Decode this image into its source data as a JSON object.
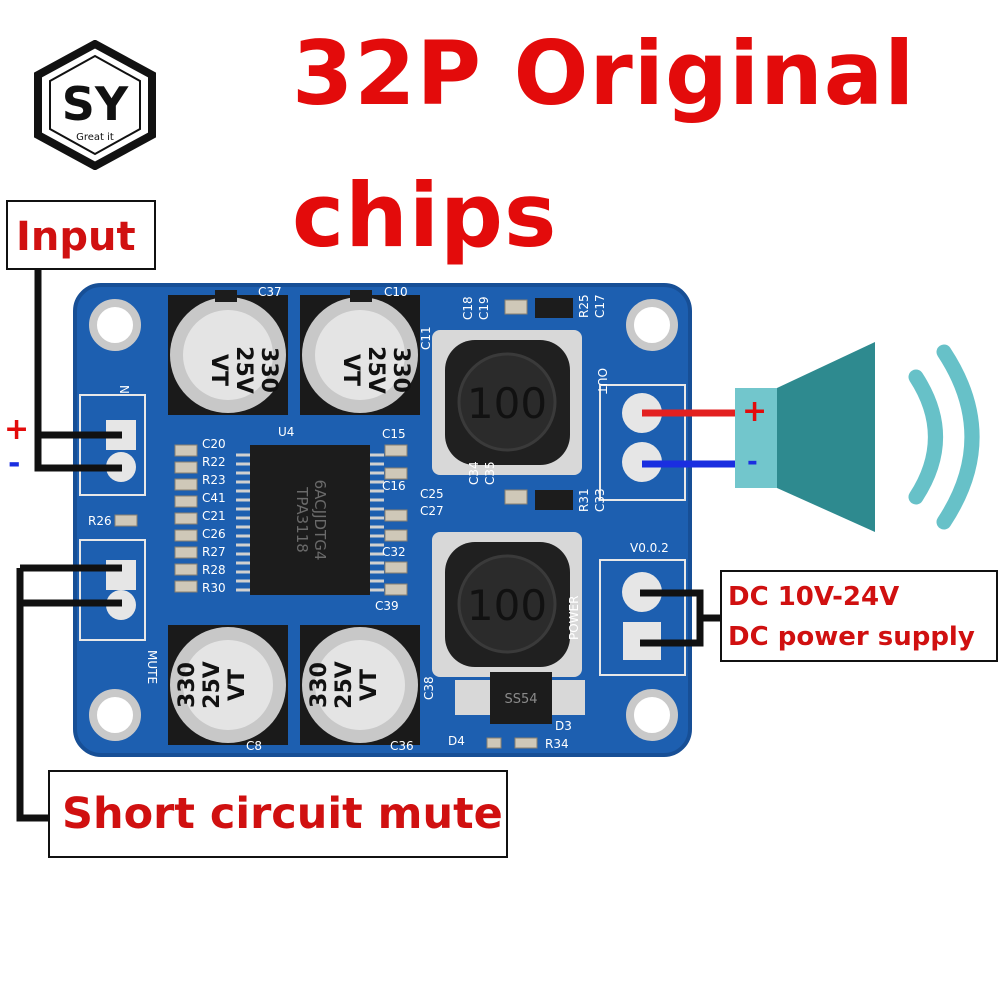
{
  "logo": {
    "monogram": "SY",
    "tagline": "Great it"
  },
  "title": {
    "line1": "32P Original",
    "line2": "chips"
  },
  "labels": {
    "input": "Input",
    "mute": "Short circuit mute",
    "power_line1": "DC 10V-24V",
    "power_line2": "DC power supply"
  },
  "signs": {
    "plus": "+",
    "minus": "-"
  },
  "board": {
    "capacitor_value": "330",
    "capacitor_voltage": "25V",
    "capacitor_brand": "VT",
    "inductor_value": "100",
    "chip_line1": "6ACJJDTG4",
    "chip_line2": "TPA3118",
    "diode_label": "SS54",
    "version": "V0.0.2",
    "silk_out": "OUT",
    "silk_power": "POWER",
    "silk_mute": "MUTE",
    "silk_input": "N",
    "refs": [
      "C37",
      "C10",
      "C18",
      "C19",
      "R25",
      "C17",
      "U4",
      "C15",
      "C16",
      "C20",
      "R22",
      "R23",
      "C41",
      "C21",
      "C26",
      "R27",
      "R28",
      "R30",
      "C25",
      "C27",
      "C34",
      "C35",
      "R31",
      "C33",
      "C32",
      "C39",
      "R26",
      "C8",
      "C36",
      "C38",
      "D3",
      "D4",
      "R34",
      "C11"
    ]
  },
  "colors": {
    "title_red": "#e30b0b",
    "pcb_blue": "#1d5fb0",
    "speaker_teal": "#2e8a8f",
    "wire_red": "#e32020",
    "wire_blue": "#1a2ee0"
  }
}
